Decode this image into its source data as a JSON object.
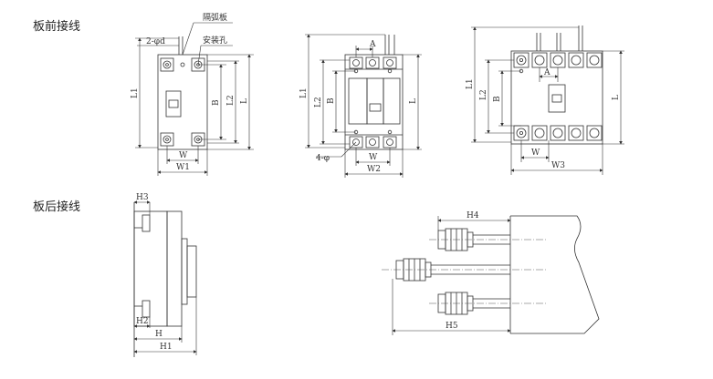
{
  "sections": {
    "front": "板前接线",
    "rear": "板后接线"
  },
  "fig1": {
    "arc_label": "隔弧板",
    "hole_spec": "2-φd",
    "mount_label": "安装孔",
    "L1": "L1",
    "L2": "L2",
    "L": "L",
    "B": "B",
    "W": "W",
    "W1": "W1"
  },
  "fig2": {
    "A": "A",
    "L1": "L1",
    "L2": "L2",
    "L": "L",
    "B": "B",
    "holes": "4-φ",
    "W": "W",
    "W2": "W2"
  },
  "fig3": {
    "A": "A",
    "L1": "L1",
    "L2": "L2",
    "L": "L",
    "B": "B",
    "W": "W",
    "W3": "W3"
  },
  "fig4": {
    "H3": "H3",
    "H2": "H2",
    "H": "H",
    "H1": "H1"
  },
  "fig5": {
    "H4": "H4",
    "H5": "H5"
  }
}
